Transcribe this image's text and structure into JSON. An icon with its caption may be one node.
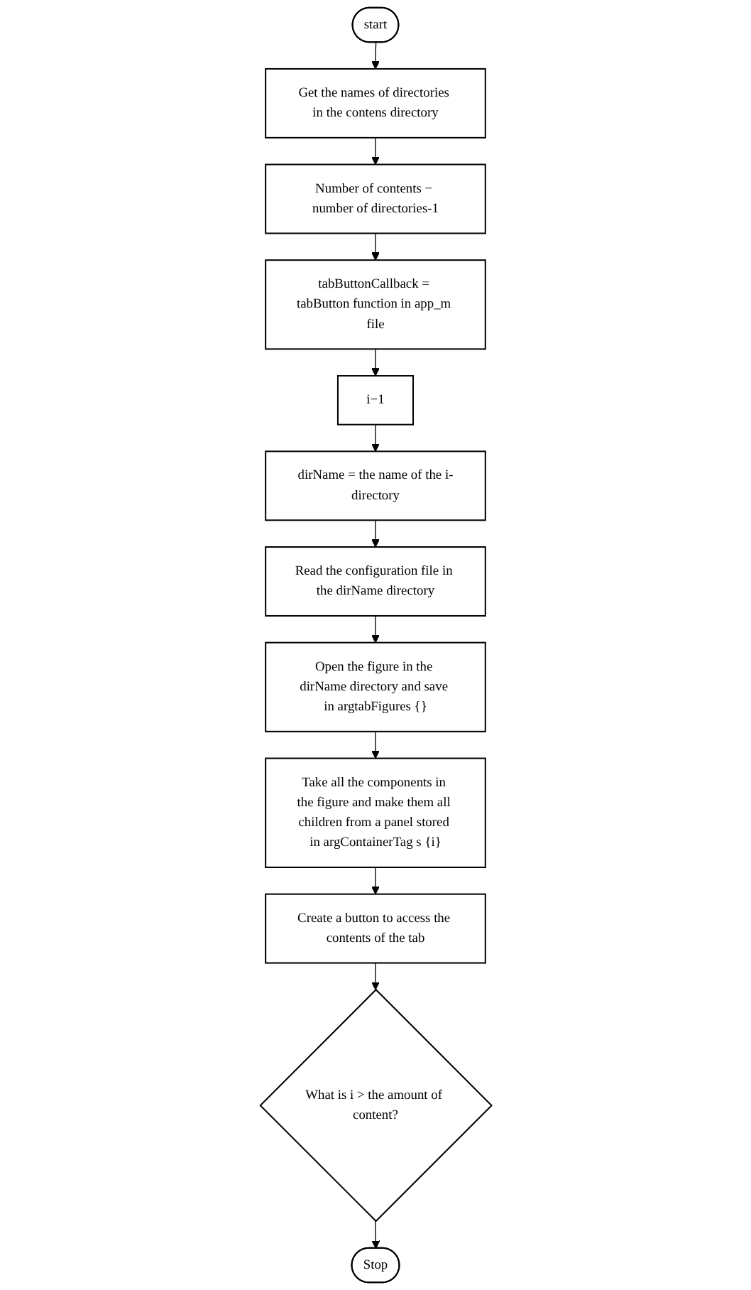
{
  "diagram": {
    "nodes": [
      {
        "text": [
          "start"
        ]
      },
      {
        "text": [
          "Get the names of directories in the contens directory"
        ]
      },
      {
        "text": [
          "Number of contents − number of directories-1"
        ]
      },
      {
        "text": [
          "i−1"
        ]
      },
      {
        "text": [
          "tabButtonCallback = tabButton function in app_m file"
        ]
      },
      {
        "text": [
          "dirName = the name of the i-directory"
        ]
      },
      {
        "text": [
          "Read the configuration file in the dirName directory"
        ]
      },
      {
        "text": [
          "Open the figure in the dirName directory and save in argtabFigures {}"
        ]
      },
      {
        "text": [
          "Create a button to access the contents of the tab"
        ]
      },
      {
        "text": [
          "Take all the components in the figure and make them all children from a panel stored in argContainerTag s {i}"
        ]
      },
      {
        "text": [
          "What is i > the amount of content?"
        ]
      },
      {
        "text": [
          "Stop"
        ]
      }
    ],
    "edges": [
      {
        "from": 0,
        "to": 1,
        "arrow": "to"
      },
      {
        "from": 1,
        "to": 2,
        "arrow": "to"
      },
      {
        "from": 2,
        "to": 4,
        "arrow": "to"
      },
      {
        "from": 4,
        "to": 3,
        "arrow": "to"
      },
      {
        "from": 3,
        "to": 5,
        "arrow": "to"
      },
      {
        "from": 5,
        "to": 6,
        "arrow": "to"
      },
      {
        "from": 6,
        "to": 7,
        "arrow": "to"
      },
      {
        "from": 7,
        "to": 9,
        "arrow": "to"
      },
      {
        "from": 9,
        "to": 8,
        "arrow": "to"
      },
      {
        "from": 8,
        "to": 10,
        "arrow": "to"
      },
      {
        "from": 10,
        "to": 11,
        "arrow": "to"
      }
    ]
  }
}
